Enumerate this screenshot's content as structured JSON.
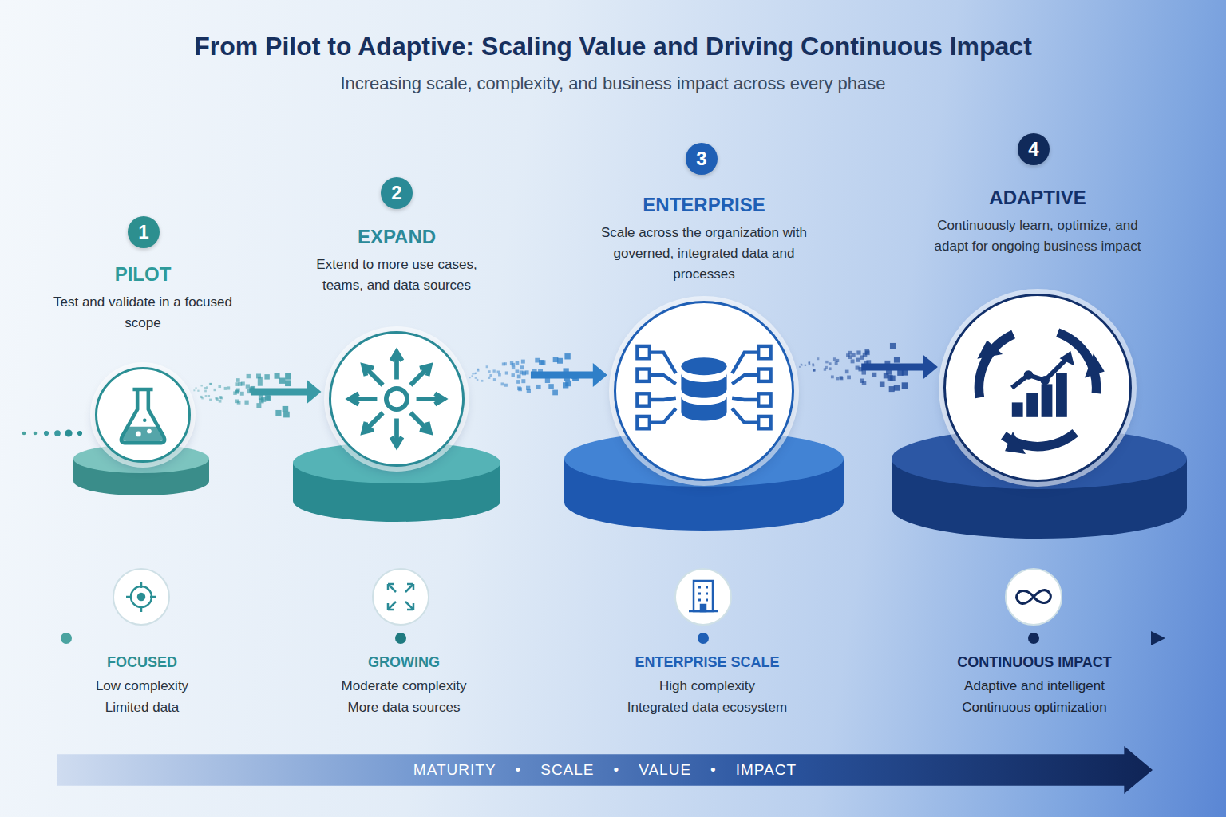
{
  "diagram": {
    "title": "From Pilot to Adaptive: Scaling Value and Driving Continuous Impact",
    "nodes": [
      {
        "text": [
          "1"
        ]
      },
      {
        "text": [
          "PILOT",
          "Test and validate in a focused scope"
        ]
      },
      {
        "text": [
          "2"
        ]
      },
      {
        "text": [
          "EXPAND",
          "Extend to more use cases, teams, and data sources"
        ]
      },
      {
        "text": [
          "3"
        ]
      },
      {
        "text": [
          "ENTERPRISE",
          "Scale across the organization with governed, integrated data and processes"
        ]
      },
      {
        "text": [
          "4"
        ]
      },
      {
        "text": [
          "ADAPTIVE",
          "Continuously learn, optimize, and adapt for ongoing business impact"
        ]
      },
      {
        "text": [
          "MATURITY",
          "•",
          "SCALE",
          "•",
          "VALUE",
          "•",
          "IMPACT"
        ]
      }
    ],
    "edges": [
      {
        "from": 1,
        "to": 3,
        "arrow": "to"
      },
      {
        "from": 3,
        "to": 5,
        "arrow": "to"
      },
      {
        "from": 5,
        "to": 7,
        "arrow": "to"
      }
    ],
    "labels": [
      "Increasing scale, complexity, and business impact across every phase",
      "FOCUSED",
      "Low complexity",
      "Limited data",
      "GROWING",
      "Moderate complexity",
      "More data sources",
      "ENTERPRISE SCALE",
      "High complexity",
      "Integrated data ecosystem",
      "CONTINUOUS IMPACT",
      "Adaptive and intelligent",
      "Continuous optimization"
    ]
  }
}
